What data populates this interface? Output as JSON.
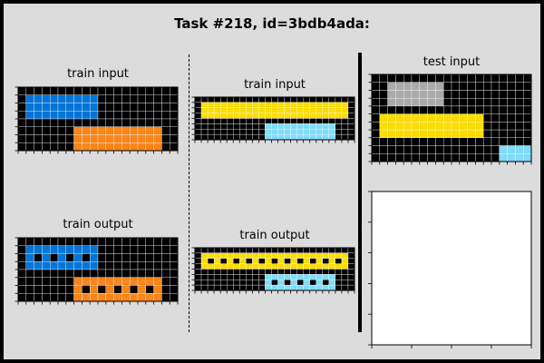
{
  "title": "Task #218, id=3bdb4ada:",
  "labels": {
    "train_input": "train input",
    "train_output": "train output",
    "test_input": "test input"
  },
  "palette": {
    "0": "#000000",
    "1": "#0074D9",
    "4": "#FFDC00",
    "5": "#AAAAAA",
    "7": "#FF851B",
    "8": "#7FDBFF"
  },
  "grids": [
    {
      "id": "ex1-input",
      "rows": [
        [
          0,
          0,
          0,
          0,
          0,
          0,
          0,
          0,
          0,
          0,
          0,
          0,
          0,
          0,
          0,
          0,
          0,
          0,
          0,
          0
        ],
        [
          0,
          1,
          1,
          1,
          1,
          1,
          1,
          1,
          1,
          1,
          0,
          0,
          0,
          0,
          0,
          0,
          0,
          0,
          0,
          0
        ],
        [
          0,
          1,
          1,
          1,
          1,
          1,
          1,
          1,
          1,
          1,
          0,
          0,
          0,
          0,
          0,
          0,
          0,
          0,
          0,
          0
        ],
        [
          0,
          1,
          1,
          1,
          1,
          1,
          1,
          1,
          1,
          1,
          0,
          0,
          0,
          0,
          0,
          0,
          0,
          0,
          0,
          0
        ],
        [
          0,
          0,
          0,
          0,
          0,
          0,
          0,
          0,
          0,
          0,
          0,
          0,
          0,
          0,
          0,
          0,
          0,
          0,
          0,
          0
        ],
        [
          0,
          0,
          0,
          0,
          0,
          0,
          0,
          7,
          7,
          7,
          7,
          7,
          7,
          7,
          7,
          7,
          7,
          7,
          0,
          0
        ],
        [
          0,
          0,
          0,
          0,
          0,
          0,
          0,
          7,
          7,
          7,
          7,
          7,
          7,
          7,
          7,
          7,
          7,
          7,
          0,
          0
        ],
        [
          0,
          0,
          0,
          0,
          0,
          0,
          0,
          7,
          7,
          7,
          7,
          7,
          7,
          7,
          7,
          7,
          7,
          7,
          0,
          0
        ]
      ]
    },
    {
      "id": "ex1-output",
      "rows": [
        [
          0,
          0,
          0,
          0,
          0,
          0,
          0,
          0,
          0,
          0,
          0,
          0,
          0,
          0,
          0,
          0,
          0,
          0,
          0,
          0
        ],
        [
          0,
          1,
          1,
          1,
          1,
          1,
          1,
          1,
          1,
          1,
          0,
          0,
          0,
          0,
          0,
          0,
          0,
          0,
          0,
          0
        ],
        [
          0,
          1,
          0,
          1,
          0,
          1,
          0,
          1,
          0,
          1,
          0,
          0,
          0,
          0,
          0,
          0,
          0,
          0,
          0,
          0
        ],
        [
          0,
          1,
          1,
          1,
          1,
          1,
          1,
          1,
          1,
          1,
          0,
          0,
          0,
          0,
          0,
          0,
          0,
          0,
          0,
          0
        ],
        [
          0,
          0,
          0,
          0,
          0,
          0,
          0,
          0,
          0,
          0,
          0,
          0,
          0,
          0,
          0,
          0,
          0,
          0,
          0,
          0
        ],
        [
          0,
          0,
          0,
          0,
          0,
          0,
          0,
          7,
          7,
          7,
          7,
          7,
          7,
          7,
          7,
          7,
          7,
          7,
          0,
          0
        ],
        [
          0,
          0,
          0,
          0,
          0,
          0,
          0,
          7,
          0,
          7,
          0,
          7,
          0,
          7,
          0,
          7,
          0,
          7,
          0,
          0
        ],
        [
          0,
          0,
          0,
          0,
          0,
          0,
          0,
          7,
          7,
          7,
          7,
          7,
          7,
          7,
          7,
          7,
          7,
          7,
          0,
          0
        ]
      ]
    },
    {
      "id": "ex2-input",
      "rows": [
        [
          0,
          0,
          0,
          0,
          0,
          0,
          0,
          0,
          0,
          0,
          0,
          0,
          0,
          0,
          0,
          0,
          0,
          0,
          0,
          0,
          0,
          0,
          0,
          0,
          0
        ],
        [
          0,
          4,
          4,
          4,
          4,
          4,
          4,
          4,
          4,
          4,
          4,
          4,
          4,
          4,
          4,
          4,
          4,
          4,
          4,
          4,
          4,
          4,
          4,
          4,
          0
        ],
        [
          0,
          4,
          4,
          4,
          4,
          4,
          4,
          4,
          4,
          4,
          4,
          4,
          4,
          4,
          4,
          4,
          4,
          4,
          4,
          4,
          4,
          4,
          4,
          4,
          0
        ],
        [
          0,
          4,
          4,
          4,
          4,
          4,
          4,
          4,
          4,
          4,
          4,
          4,
          4,
          4,
          4,
          4,
          4,
          4,
          4,
          4,
          4,
          4,
          4,
          4,
          0
        ],
        [
          0,
          0,
          0,
          0,
          0,
          0,
          0,
          0,
          0,
          0,
          0,
          0,
          0,
          0,
          0,
          0,
          0,
          0,
          0,
          0,
          0,
          0,
          0,
          0,
          0
        ],
        [
          0,
          0,
          0,
          0,
          0,
          0,
          0,
          0,
          0,
          0,
          0,
          8,
          8,
          8,
          8,
          8,
          8,
          8,
          8,
          8,
          8,
          8,
          0,
          0,
          0
        ],
        [
          0,
          0,
          0,
          0,
          0,
          0,
          0,
          0,
          0,
          0,
          0,
          8,
          8,
          8,
          8,
          8,
          8,
          8,
          8,
          8,
          8,
          8,
          0,
          0,
          0
        ],
        [
          0,
          0,
          0,
          0,
          0,
          0,
          0,
          0,
          0,
          0,
          0,
          8,
          8,
          8,
          8,
          8,
          8,
          8,
          8,
          8,
          8,
          8,
          0,
          0,
          0
        ]
      ]
    },
    {
      "id": "ex2-output",
      "rows": [
        [
          0,
          0,
          0,
          0,
          0,
          0,
          0,
          0,
          0,
          0,
          0,
          0,
          0,
          0,
          0,
          0,
          0,
          0,
          0,
          0,
          0,
          0,
          0,
          0,
          0
        ],
        [
          0,
          4,
          4,
          4,
          4,
          4,
          4,
          4,
          4,
          4,
          4,
          4,
          4,
          4,
          4,
          4,
          4,
          4,
          4,
          4,
          4,
          4,
          4,
          4,
          0
        ],
        [
          0,
          4,
          0,
          4,
          0,
          4,
          0,
          4,
          0,
          4,
          0,
          4,
          0,
          4,
          0,
          4,
          0,
          4,
          0,
          4,
          0,
          4,
          0,
          4,
          0
        ],
        [
          0,
          4,
          4,
          4,
          4,
          4,
          4,
          4,
          4,
          4,
          4,
          4,
          4,
          4,
          4,
          4,
          4,
          4,
          4,
          4,
          4,
          4,
          4,
          4,
          0
        ],
        [
          0,
          0,
          0,
          0,
          0,
          0,
          0,
          0,
          0,
          0,
          0,
          0,
          0,
          0,
          0,
          0,
          0,
          0,
          0,
          0,
          0,
          0,
          0,
          0,
          0
        ],
        [
          0,
          0,
          0,
          0,
          0,
          0,
          0,
          0,
          0,
          0,
          0,
          8,
          8,
          8,
          8,
          8,
          8,
          8,
          8,
          8,
          8,
          8,
          0,
          0,
          0
        ],
        [
          0,
          0,
          0,
          0,
          0,
          0,
          0,
          0,
          0,
          0,
          0,
          8,
          0,
          8,
          0,
          8,
          0,
          8,
          0,
          8,
          0,
          8,
          0,
          0,
          0
        ],
        [
          0,
          0,
          0,
          0,
          0,
          0,
          0,
          0,
          0,
          0,
          0,
          8,
          8,
          8,
          8,
          8,
          8,
          8,
          8,
          8,
          8,
          8,
          0,
          0,
          0
        ]
      ]
    },
    {
      "id": "test-input",
      "rows": [
        [
          0,
          0,
          0,
          0,
          0,
          0,
          0,
          0,
          0,
          0,
          0,
          0,
          0,
          0,
          0,
          0,
          0,
          0,
          0,
          0
        ],
        [
          0,
          0,
          5,
          5,
          5,
          5,
          5,
          5,
          5,
          0,
          0,
          0,
          0,
          0,
          0,
          0,
          0,
          0,
          0,
          0
        ],
        [
          0,
          0,
          5,
          5,
          5,
          5,
          5,
          5,
          5,
          0,
          0,
          0,
          0,
          0,
          0,
          0,
          0,
          0,
          0,
          0
        ],
        [
          0,
          0,
          5,
          5,
          5,
          5,
          5,
          5,
          5,
          0,
          0,
          0,
          0,
          0,
          0,
          0,
          0,
          0,
          0,
          0
        ],
        [
          0,
          0,
          0,
          0,
          0,
          0,
          0,
          0,
          0,
          0,
          0,
          0,
          0,
          0,
          0,
          0,
          0,
          0,
          0,
          0
        ],
        [
          0,
          4,
          4,
          4,
          4,
          4,
          4,
          4,
          4,
          4,
          4,
          4,
          4,
          4,
          0,
          0,
          0,
          0,
          0,
          0
        ],
        [
          0,
          4,
          4,
          4,
          4,
          4,
          4,
          4,
          4,
          4,
          4,
          4,
          4,
          4,
          0,
          0,
          0,
          0,
          0,
          0
        ],
        [
          0,
          4,
          4,
          4,
          4,
          4,
          4,
          4,
          4,
          4,
          4,
          4,
          4,
          4,
          0,
          0,
          0,
          0,
          0,
          0
        ],
        [
          0,
          0,
          0,
          0,
          0,
          0,
          0,
          0,
          0,
          0,
          0,
          0,
          0,
          0,
          0,
          0,
          0,
          0,
          0,
          0
        ],
        [
          0,
          0,
          0,
          0,
          0,
          0,
          0,
          0,
          0,
          0,
          0,
          0,
          0,
          0,
          0,
          0,
          8,
          8,
          8,
          8
        ],
        [
          0,
          0,
          0,
          0,
          0,
          0,
          0,
          0,
          0,
          0,
          0,
          0,
          0,
          0,
          0,
          0,
          8,
          8,
          8,
          8
        ]
      ]
    }
  ]
}
